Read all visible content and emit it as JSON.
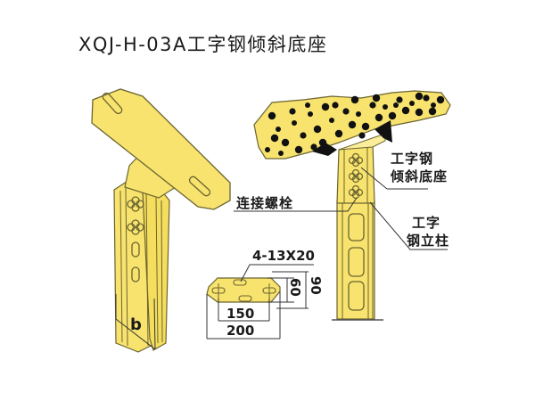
{
  "title": "XQJ-H-03A工字钢倾斜底座",
  "colors": {
    "steel_fill": "#f7e36e",
    "steel_light": "#fbee9a",
    "outline": "#6b6430",
    "ore": "#111111",
    "leader": "#333333"
  },
  "labels": {
    "bolt": "连接螺栓",
    "base_line1": "工字钢",
    "base_line2": "倾斜底座",
    "column_line1": "工字",
    "column_line2": "钢立柱",
    "b_dim": "b"
  },
  "plate_dims": {
    "holes": "4-13X20",
    "inner_width": "150",
    "outer_width": "200",
    "inner_height": "60",
    "outer_height": "90"
  }
}
